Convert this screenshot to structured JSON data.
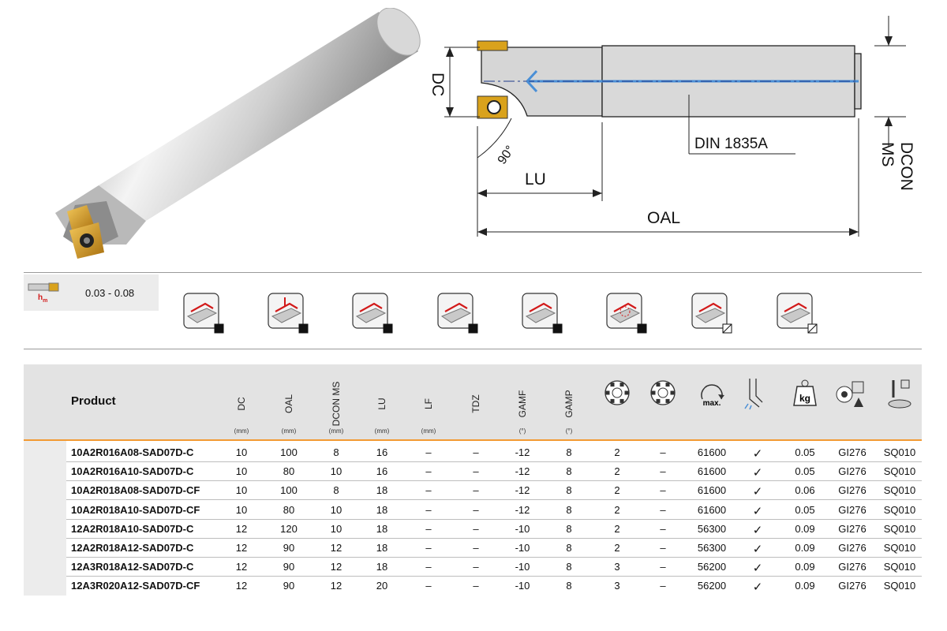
{
  "drawing": {
    "labels": {
      "dc": "DC",
      "lu": "LU",
      "oal": "OAL",
      "dcon": "DCON MS",
      "din": "DIN 1835A",
      "angle": "90°"
    }
  },
  "feed": {
    "symbol": "h",
    "subscript": "m",
    "value": "0.03 - 0.08"
  },
  "applications": [
    "shoulder-milling-icon",
    "plunge-milling-icon",
    "slot-milling-icon",
    "contour-milling-icon",
    "ramping-icon",
    "helical-interpolation-icon",
    "face-milling-icon",
    "profile-milling-icon"
  ],
  "table": {
    "product_header": "Product",
    "columns": [
      {
        "label": "DC",
        "unit": "(mm)"
      },
      {
        "label": "OAL",
        "unit": "(mm)"
      },
      {
        "label": "DCON MS",
        "unit": "(mm)"
      },
      {
        "label": "LU",
        "unit": "(mm)"
      },
      {
        "label": "LF",
        "unit": "(mm)"
      },
      {
        "label": "TDZ",
        "unit": ""
      },
      {
        "label": "GAMF",
        "unit": "(°)"
      },
      {
        "label": "GAMP",
        "unit": "(°)"
      }
    ],
    "icon_columns": [
      {
        "name": "number-of-inserts-icon"
      },
      {
        "name": "internal-coolant-icon"
      },
      {
        "name": "max-rpm-icon",
        "text": "max."
      },
      {
        "name": "coolant-through-icon"
      },
      {
        "name": "weight-icon",
        "text": "kg"
      },
      {
        "name": "spare-parts-icon"
      },
      {
        "name": "screw-icon"
      }
    ],
    "rows": [
      {
        "product": "10A2R016A08-SAD07D-C",
        "dc": "10",
        "oal": "100",
        "dcon": "8",
        "lu": "16",
        "lf": "–",
        "tdz": "–",
        "gamf": "-12",
        "gamp": "8",
        "z": "2",
        "cool": "–",
        "rpm": "61600",
        "check": "✓",
        "kg": "0.05",
        "spare": "GI276",
        "screw": "SQ010"
      },
      {
        "product": "10A2R016A10-SAD07D-C",
        "dc": "10",
        "oal": "80",
        "dcon": "10",
        "lu": "16",
        "lf": "–",
        "tdz": "–",
        "gamf": "-12",
        "gamp": "8",
        "z": "2",
        "cool": "–",
        "rpm": "61600",
        "check": "✓",
        "kg": "0.05",
        "spare": "GI276",
        "screw": "SQ010"
      },
      {
        "product": "10A2R018A08-SAD07D-CF",
        "dc": "10",
        "oal": "100",
        "dcon": "8",
        "lu": "18",
        "lf": "–",
        "tdz": "–",
        "gamf": "-12",
        "gamp": "8",
        "z": "2",
        "cool": "–",
        "rpm": "61600",
        "check": "✓",
        "kg": "0.06",
        "spare": "GI276",
        "screw": "SQ010"
      },
      {
        "product": "10A2R018A10-SAD07D-CF",
        "dc": "10",
        "oal": "80",
        "dcon": "10",
        "lu": "18",
        "lf": "–",
        "tdz": "–",
        "gamf": "-12",
        "gamp": "8",
        "z": "2",
        "cool": "–",
        "rpm": "61600",
        "check": "✓",
        "kg": "0.05",
        "spare": "GI276",
        "screw": "SQ010"
      },
      {
        "product": "12A2R018A10-SAD07D-C",
        "dc": "12",
        "oal": "120",
        "dcon": "10",
        "lu": "18",
        "lf": "–",
        "tdz": "–",
        "gamf": "-10",
        "gamp": "8",
        "z": "2",
        "cool": "–",
        "rpm": "56300",
        "check": "✓",
        "kg": "0.09",
        "spare": "GI276",
        "screw": "SQ010"
      },
      {
        "product": "12A2R018A12-SAD07D-C",
        "dc": "12",
        "oal": "90",
        "dcon": "12",
        "lu": "18",
        "lf": "–",
        "tdz": "–",
        "gamf": "-10",
        "gamp": "8",
        "z": "2",
        "cool": "–",
        "rpm": "56300",
        "check": "✓",
        "kg": "0.09",
        "spare": "GI276",
        "screw": "SQ010"
      },
      {
        "product": "12A3R018A12-SAD07D-C",
        "dc": "12",
        "oal": "90",
        "dcon": "12",
        "lu": "18",
        "lf": "–",
        "tdz": "–",
        "gamf": "-10",
        "gamp": "8",
        "z": "3",
        "cool": "–",
        "rpm": "56200",
        "check": "✓",
        "kg": "0.09",
        "spare": "GI276",
        "screw": "SQ010"
      },
      {
        "product": "12A3R020A12-SAD07D-CF",
        "dc": "12",
        "oal": "90",
        "dcon": "12",
        "lu": "20",
        "lf": "–",
        "tdz": "–",
        "gamf": "-10",
        "gamp": "8",
        "z": "3",
        "cool": "–",
        "rpm": "56200",
        "check": "✓",
        "kg": "0.09",
        "spare": "GI276",
        "screw": "SQ010"
      }
    ]
  },
  "colors": {
    "header_bg": "#e3e3e3",
    "accent": "#f29a33",
    "insert_gold": "#d9a21c",
    "coolant_blue": "#4a8fd6",
    "app_red": "#d21a1a"
  }
}
